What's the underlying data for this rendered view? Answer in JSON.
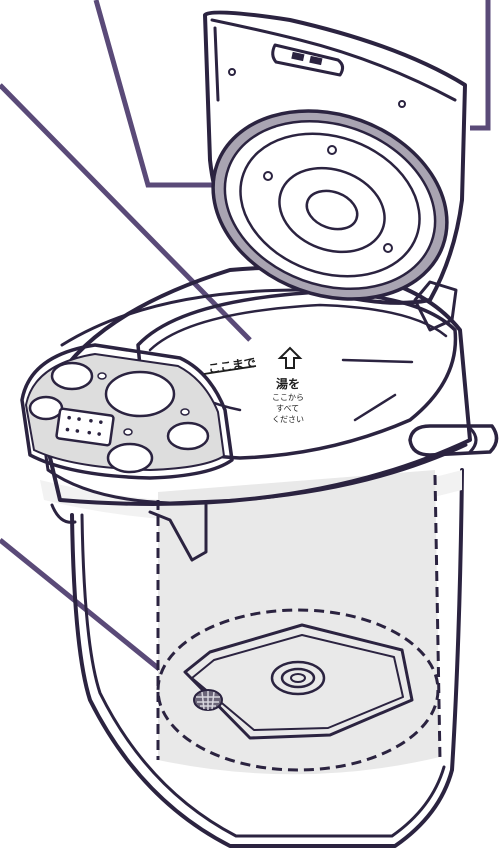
{
  "colors": {
    "ink": "#2b2340",
    "leader_line": "#5a4a78",
    "background": "#ffffff",
    "tank_shade": "#e9e9e9",
    "panel_shade": "#dddddd"
  },
  "labels": {
    "fill_up_to": "ここまで",
    "water": "湯を",
    "pour_here": "ここから",
    "all": "すべて",
    "please": "ください"
  }
}
